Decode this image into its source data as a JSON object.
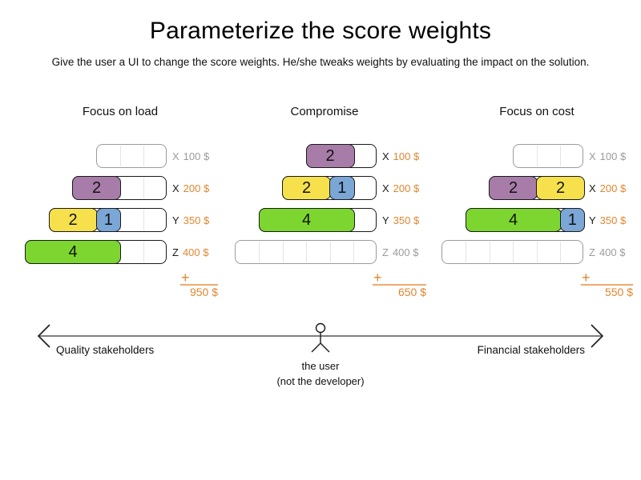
{
  "title": "Parameterize the score weights",
  "subtitle": "Give the user a UI to change the score weights. He/she tweaks weights by evaluating the impact on the solution.",
  "plus_sign": "+",
  "colors": {
    "purple": "#a87ca8",
    "yellow": "#f6e14d",
    "blue": "#7ba7d7",
    "green": "#7cd62f",
    "orange_text": "#e0862f",
    "orange_line": "#eeab70",
    "muted_gray": "#9b9b9b",
    "ink": "#1a1a1a",
    "axis_shaft_gray": "#7f7f7f"
  },
  "columns": [
    {
      "header": "Focus on load",
      "total": "950 $",
      "rows": [
        {
          "cells": 3,
          "blocks": [],
          "label": {
            "letter": "X",
            "price": "100 $",
            "muted": true
          }
        },
        {
          "cells": 4,
          "blocks": [
            {
              "value": "2",
              "color": "purple",
              "span": 2
            }
          ],
          "label": {
            "letter": "X",
            "price": "200 $",
            "muted": false
          }
        },
        {
          "cells": 5,
          "blocks": [
            {
              "value": "2",
              "color": "yellow",
              "span": 2
            },
            {
              "value": "1",
              "color": "blue",
              "span": 1
            }
          ],
          "label": {
            "letter": "Y",
            "price": "350 $",
            "muted": false
          }
        },
        {
          "cells": 6,
          "blocks": [
            {
              "value": "4",
              "color": "green",
              "span": 4
            }
          ],
          "label": {
            "letter": "Z",
            "price": "400 $",
            "muted": false
          }
        }
      ]
    },
    {
      "header": "Compromise",
      "total": "650 $",
      "rows": [
        {
          "cells": 3,
          "blocks": [
            {
              "value": "2",
              "color": "purple",
              "span": 2
            }
          ],
          "label": {
            "letter": "X",
            "price": "100 $",
            "muted": false
          }
        },
        {
          "cells": 4,
          "blocks": [
            {
              "value": "2",
              "color": "yellow",
              "span": 2
            },
            {
              "value": "1",
              "color": "blue",
              "span": 1
            }
          ],
          "label": {
            "letter": "X",
            "price": "200 $",
            "muted": false
          }
        },
        {
          "cells": 5,
          "blocks": [
            {
              "value": "4",
              "color": "green",
              "span": 4
            }
          ],
          "label": {
            "letter": "Y",
            "price": "350 $",
            "muted": false
          }
        },
        {
          "cells": 6,
          "blocks": [],
          "label": {
            "letter": "Z",
            "price": "400 $",
            "muted": true
          }
        }
      ]
    },
    {
      "header": "Focus on cost",
      "total": "550 $",
      "rows": [
        {
          "cells": 3,
          "blocks": [],
          "label": {
            "letter": "X",
            "price": "100 $",
            "muted": true
          }
        },
        {
          "cells": 4,
          "blocks": [
            {
              "value": "2",
              "color": "purple",
              "span": 2
            },
            {
              "value": "2",
              "color": "yellow",
              "span": 2
            }
          ],
          "label": {
            "letter": "X",
            "price": "200 $",
            "muted": false
          }
        },
        {
          "cells": 5,
          "blocks": [
            {
              "value": "4",
              "color": "green",
              "span": 4
            },
            {
              "value": "1",
              "color": "blue",
              "span": 1
            }
          ],
          "label": {
            "letter": "Y",
            "price": "350 $",
            "muted": false
          }
        },
        {
          "cells": 6,
          "blocks": [],
          "label": {
            "letter": "Z",
            "price": "400 $",
            "muted": true
          }
        }
      ]
    }
  ],
  "axis": {
    "left_label": "Quality stakeholders",
    "right_label": "Financial stakeholders",
    "user_label_line1": "the user",
    "user_label_line2": "(not the developer)"
  }
}
